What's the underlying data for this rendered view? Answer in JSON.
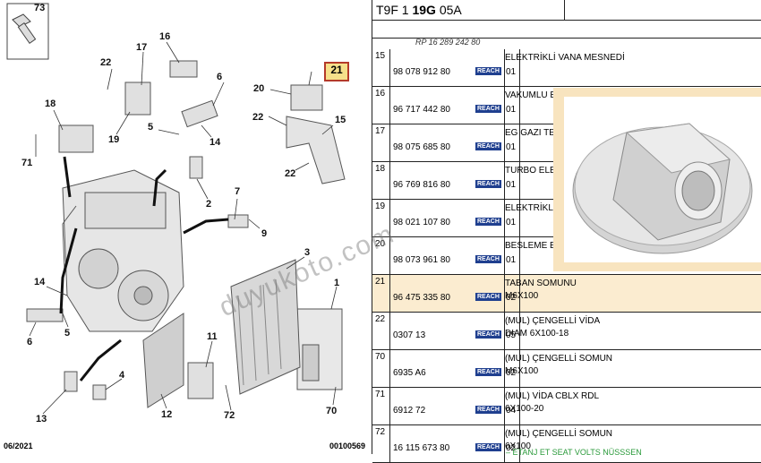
{
  "diagram": {
    "callouts": [
      "73",
      "17",
      "16",
      "22",
      "6",
      "18",
      "20",
      "5",
      "14",
      "22",
      "15",
      "19",
      "71",
      "22",
      "7",
      "9",
      "2",
      "3",
      "14",
      "1",
      "6",
      "5",
      "11",
      "4",
      "12",
      "13",
      "72",
      "70"
    ],
    "selected_callout": "21",
    "footer_date": "06/2021",
    "footer_ref": "00100569"
  },
  "header": {
    "code_prefix": "T9F 1 ",
    "code_bold": "19G",
    "code_suffix": " 05A"
  },
  "partial_ref": "RP 16 289 242 80",
  "rows": [
    {
      "num": "15",
      "part": "98 078 912 80",
      "badge": "REACH",
      "qty": "01",
      "desc1": "ELEKTRİKLİ VANA MESNEDİ",
      "desc2": "",
      "highlight": false
    },
    {
      "num": "16",
      "part": "96 717 442 80",
      "badge": "REACH",
      "qty": "01",
      "desc1": "VAKUMLU E",
      "desc2": "",
      "highlight": false
    },
    {
      "num": "17",
      "part": "98 075 685 80",
      "badge": "REACH",
      "qty": "01",
      "desc1": "EG GAZI TE",
      "desc2": "",
      "highlight": false
    },
    {
      "num": "18",
      "part": "96 769 816 80",
      "badge": "REACH",
      "qty": "01",
      "desc1": "TURBO ELE",
      "desc2": "",
      "highlight": false
    },
    {
      "num": "19",
      "part": "98 021 107 80",
      "badge": "REACH",
      "qty": "01",
      "desc1": "ELEKTRİKLİ",
      "desc2": "",
      "highlight": false
    },
    {
      "num": "20",
      "part": "98 073 961 80",
      "badge": "REACH",
      "qty": "01",
      "desc1": "BESLEME E",
      "desc2": "",
      "highlight": false
    },
    {
      "num": "21",
      "part": "96 475 335 80",
      "badge": "REACH",
      "qty": "02",
      "desc1": "TABAN SOMUNU",
      "desc2": "M6X100",
      "highlight": true
    },
    {
      "num": "22",
      "part": "0307 13",
      "badge": "REACH",
      "qty": "05",
      "desc1": "(MUL) ÇENGELLİ VİDA",
      "desc2": "DIAM 6X100-18",
      "highlight": false
    },
    {
      "num": "70",
      "part": "6935 A6",
      "badge": "REACH",
      "qty": "02",
      "desc1": "(MUL) ÇENGELLİ SOMUN",
      "desc2": "M6X100",
      "highlight": false
    },
    {
      "num": "71",
      "part": "6912 72",
      "badge": "REACH",
      "qty": "04",
      "desc1": "(MUL) VİDA CBLX RDL",
      "desc2": "6X100-20",
      "highlight": false
    },
    {
      "num": "72",
      "part": "16 115 673 80",
      "badge": "REACH",
      "qty": "02",
      "desc1": "(MUL) ÇENGELLİ SOMUN",
      "desc2": "6X100",
      "highlight": false
    }
  ],
  "watermark": "duyukoto.com",
  "bottom_text": "– ETANJ ET SEAT VOLTS NÜSSSEN",
  "colors": {
    "badge": "#1f3f8f",
    "highlight": "#fbecd0",
    "selected": "#f6e08a"
  }
}
